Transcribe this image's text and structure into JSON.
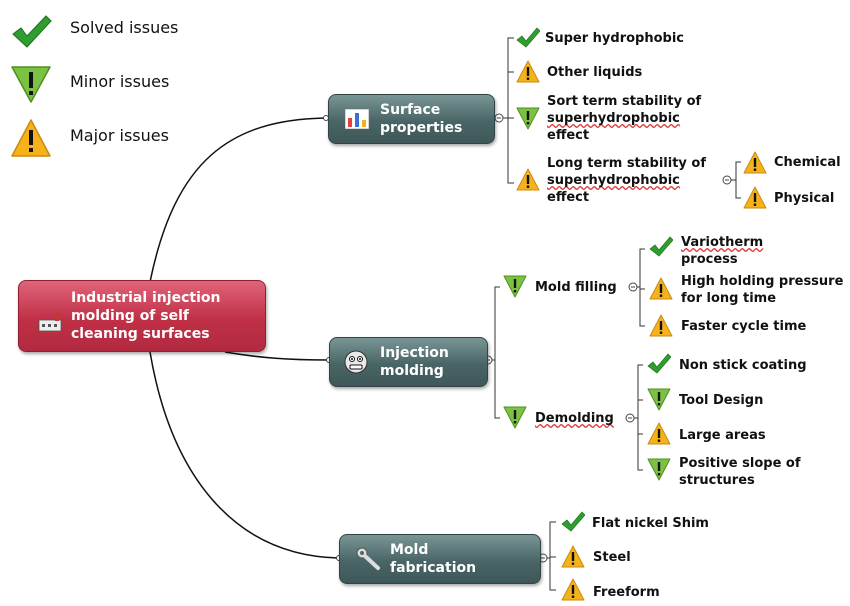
{
  "legend": [
    {
      "icon": "check-icon",
      "label": "Solved issues"
    },
    {
      "icon": "minor-warning-icon",
      "label": "Minor issues"
    },
    {
      "icon": "major-warning-icon",
      "label": "Major issues"
    }
  ],
  "root": {
    "lines": [
      "Industrial injection",
      "molding of self",
      "cleaning surfaces"
    ],
    "icon": "factory-icon"
  },
  "hubs": {
    "surface": {
      "lines": [
        "Surface",
        "properties"
      ],
      "icon": "bar-chart-icon"
    },
    "injection": {
      "lines": [
        "Injection",
        "molding"
      ],
      "icon": "smiley-icon"
    },
    "mold": {
      "lines": [
        "Mold",
        "fabrication"
      ],
      "icon": "wrench-icon"
    }
  },
  "leaves": {
    "super_hydrophobic": {
      "lines": [
        "Super hydrophobic"
      ],
      "status": "solved"
    },
    "other_liquids": {
      "lines": [
        "Other liquids"
      ],
      "status": "major"
    },
    "short_term": {
      "lines": [
        "Sort term stability of",
        "superhydrophobic",
        "effect"
      ],
      "status": "minor"
    },
    "long_term": {
      "lines": [
        "Long term stability of",
        "superhydrophobic",
        "effect"
      ],
      "status": "major"
    },
    "chemical": {
      "lines": [
        "Chemical"
      ],
      "status": "major"
    },
    "physical": {
      "lines": [
        "Physical"
      ],
      "status": "major"
    },
    "mold_filling": {
      "lines": [
        "Mold filling"
      ],
      "status": "minor"
    },
    "variotherm": {
      "lines": [
        "Variotherm",
        "process"
      ],
      "status": "solved"
    },
    "high_holding": {
      "lines": [
        "High holding pressure",
        "for long time"
      ],
      "status": "major"
    },
    "faster_cycle": {
      "lines": [
        "Faster cycle time"
      ],
      "status": "major"
    },
    "demolding": {
      "lines": [
        "Demolding"
      ],
      "status": "minor"
    },
    "non_stick": {
      "lines": [
        "Non stick coating"
      ],
      "status": "solved"
    },
    "tool_design": {
      "lines": [
        "Tool Design"
      ],
      "status": "minor"
    },
    "large_areas": {
      "lines": [
        "Large areas"
      ],
      "status": "major"
    },
    "positive_slope": {
      "lines": [
        "Positive slope of",
        "structures"
      ],
      "status": "minor"
    },
    "flat_nickel": {
      "lines": [
        "Flat nickel Shim"
      ],
      "status": "solved"
    },
    "steel": {
      "lines": [
        "Steel"
      ],
      "status": "major"
    },
    "freeform": {
      "lines": [
        "Freeform"
      ],
      "status": "major"
    }
  },
  "colors": {
    "solved": "#2e9e2e",
    "minor": "#7cc242",
    "major": "#f5b21b",
    "hub": "#4f6b6c",
    "root": "#c0334a"
  }
}
